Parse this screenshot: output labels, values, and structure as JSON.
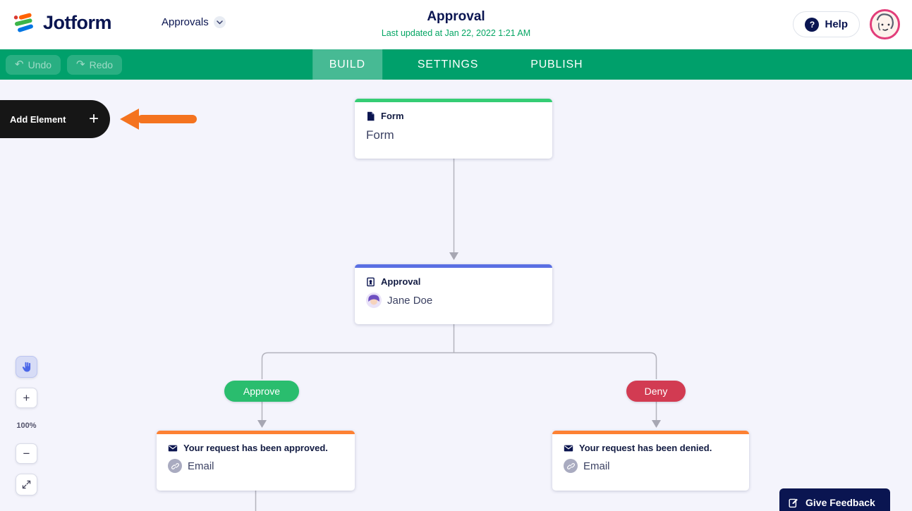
{
  "header": {
    "logo_text": "Jotform",
    "nav_label": "Approvals",
    "title": "Approval",
    "subtitle": "Last updated at Jan 22, 2022 1:21 AM",
    "help_icon": "?",
    "help_label": "Help"
  },
  "toolbar": {
    "undo_icon": "↶",
    "undo": "Undo",
    "redo_icon": "↷",
    "redo": "Redo",
    "tabs": [
      {
        "label": "BUILD",
        "active": true
      },
      {
        "label": "SETTINGS",
        "active": false
      },
      {
        "label": "PUBLISH",
        "active": false
      }
    ]
  },
  "canvas": {
    "add_element": {
      "label": "Add Element",
      "plus_icon": "+"
    },
    "form_node": {
      "type_label": "Form",
      "title": "Form"
    },
    "approval_node": {
      "type_label": "Approval",
      "assignee": "Jane Doe"
    },
    "branches": {
      "approve": "Approve",
      "deny": "Deny"
    },
    "email_approved_node": {
      "subject": "Your request has been approved.",
      "type_label": "Email"
    },
    "email_denied_node": {
      "subject": "Your request has been denied.",
      "type_label": "Email"
    }
  },
  "zoom_controls": {
    "zoom_in_icon": "+",
    "zoom_level": "100%",
    "zoom_out_icon": "−"
  },
  "feedback": {
    "label": "Give Feedback"
  },
  "colors": {
    "brand_green": "#00A06B",
    "navy": "#0A1551",
    "form_accent": "#35CD74",
    "approval_accent": "#5A6FE3",
    "email_accent": "#FD8133",
    "approve_green": "#2ABD6E",
    "deny_red": "#D23B52",
    "pointer_arrow_orange": "#F4731F",
    "updated_text_green": "#04A563",
    "canvas_background": "#F4F4FC"
  }
}
